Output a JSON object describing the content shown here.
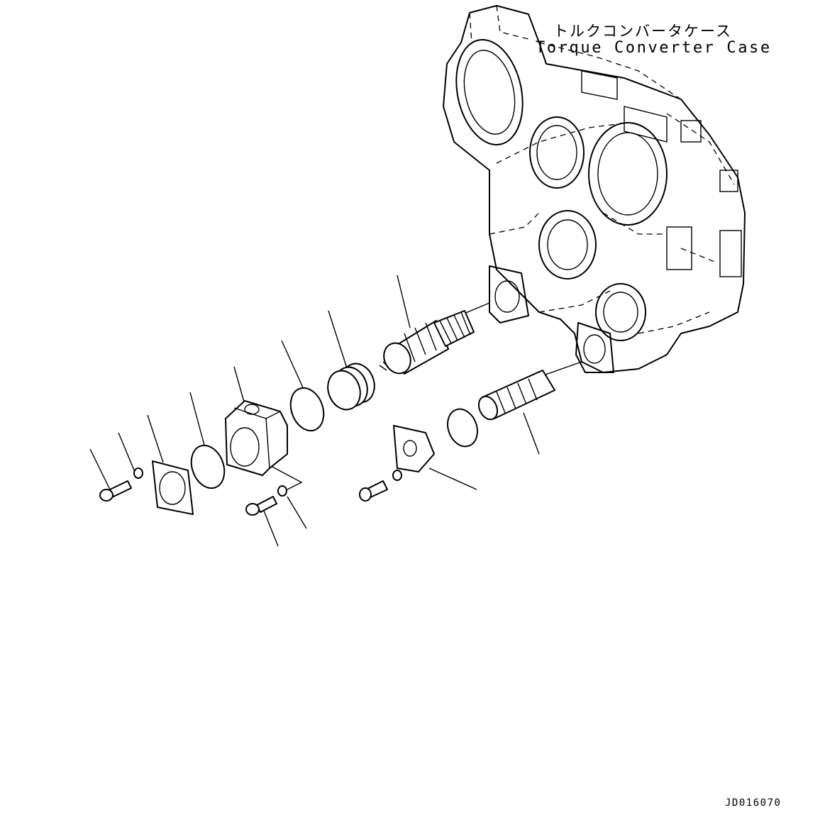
{
  "diagram": {
    "case_label_jp": "トルクコンバータケース",
    "case_label_en": "Torque Converter Case",
    "drawing_code": "JD016070"
  }
}
